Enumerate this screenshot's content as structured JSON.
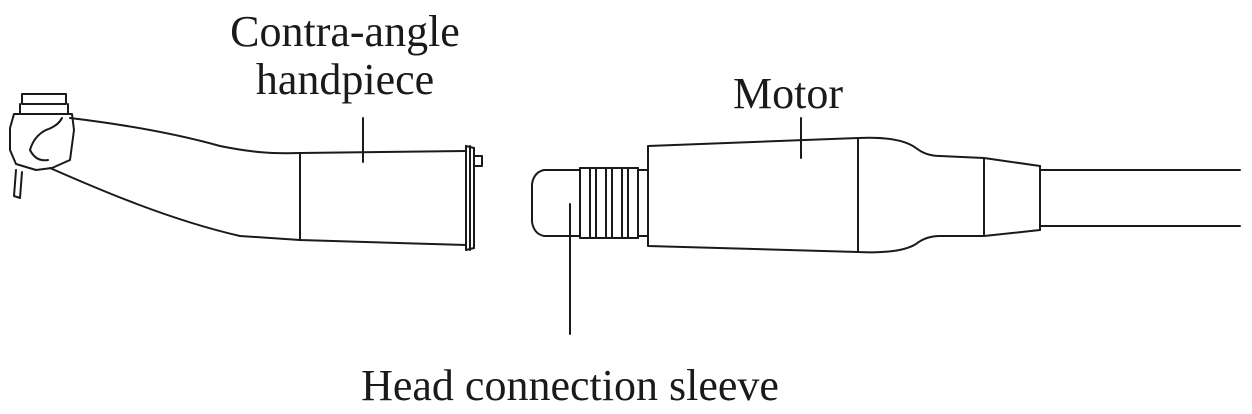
{
  "labels": {
    "handpiece_line1": "Contra-angle",
    "handpiece_line2": "handpiece",
    "motor": "Motor",
    "sleeve": "Head connection sleeve"
  },
  "colors": {
    "line": "#1a1a1a",
    "background": "#ffffff"
  }
}
